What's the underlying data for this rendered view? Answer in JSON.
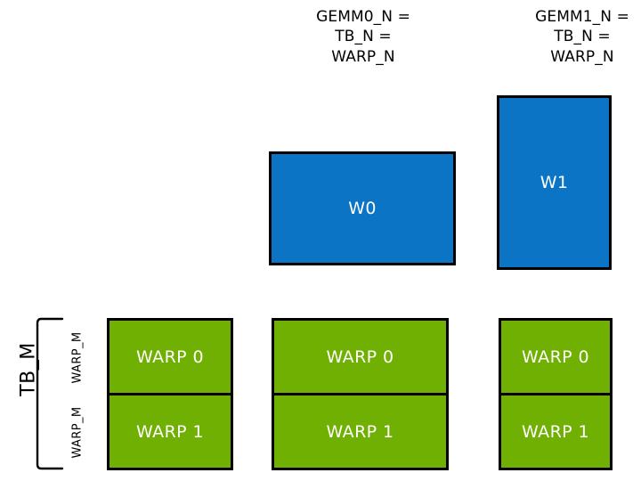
{
  "diagram": {
    "title_captions": [
      {
        "id": "gemm0",
        "text": "GEMM0_N =\nTB_N =\nWARP_N"
      },
      {
        "id": "gemm1",
        "text": "GEMM1_N =\nTB_N =\nWARP_N"
      }
    ],
    "blue_boxes": [
      {
        "id": "w0",
        "label": "W0"
      },
      {
        "id": "w1",
        "label": "W1"
      }
    ],
    "green_columns": [
      {
        "id": "col0",
        "cells": [
          {
            "label": "WARP 0"
          },
          {
            "label": "WARP 1"
          }
        ]
      },
      {
        "id": "col1",
        "cells": [
          {
            "label": "WARP 0"
          },
          {
            "label": "WARP 1"
          }
        ]
      },
      {
        "id": "col2",
        "cells": [
          {
            "label": "WARP 0"
          },
          {
            "label": "WARP 1"
          }
        ]
      }
    ],
    "axis_labels": {
      "tb_m": "TB_M",
      "warp_m_top": "WARP_M",
      "warp_m_bottom": "WARP_M"
    },
    "colors": {
      "blue_fill": "#0b74c4",
      "green_fill": "#6fb003",
      "outline": "#000000",
      "box_text": "#ffffff",
      "caption_text": "#000000",
      "background": "#ffffff"
    }
  }
}
